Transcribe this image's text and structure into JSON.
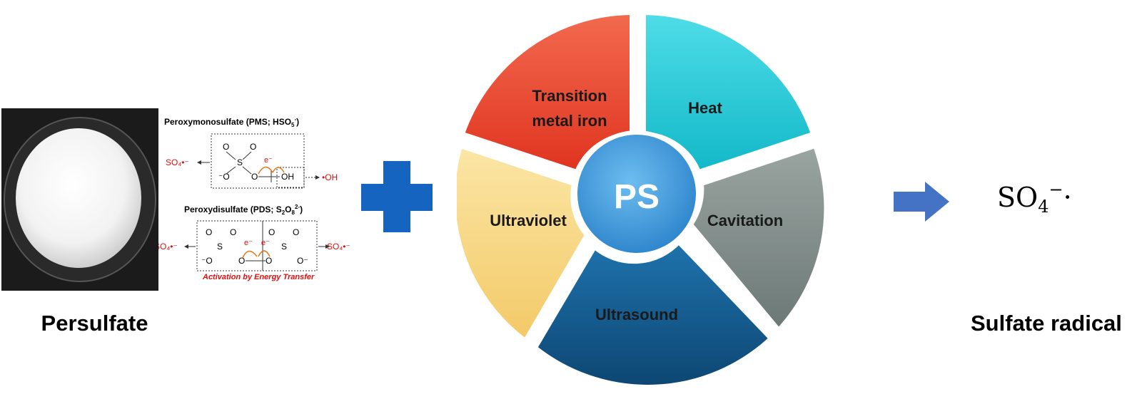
{
  "persulfate": {
    "label": "Persulfate",
    "pms_title": "Peroxymonosulfate (PMS; HSO",
    "pms_sub": "5",
    "pms_sup": "-",
    "pms_close": ")",
    "pds_title": "Peroxydisulfate (PDS; S",
    "pds_sub1": "2",
    "pds_mid": "O",
    "pds_sub2": "8",
    "pds_sup": "2-",
    "pds_close": ")",
    "so4_radical": "SO₄•⁻",
    "oh_radical": "•OH",
    "electron": "e⁻",
    "atom_s": "S",
    "atom_o": "O",
    "atom_o_minus": "⁻O",
    "atom_o_minus_r": "O⁻",
    "group_oh": "OH",
    "activation_caption": "Activation by Energy Transfer"
  },
  "methods": {
    "center": "PS",
    "transition_line1": "Transition",
    "transition_line2": "metal iron",
    "heat": "Heat",
    "cavitation": "Cavitation",
    "ultrasound": "Ultrasound",
    "ultraviolet": "Ultraviolet"
  },
  "product": {
    "formula_main": "SO",
    "formula_sub": "4",
    "formula_sup": "−",
    "formula_dot": "·",
    "label": "Sulfate radical"
  },
  "colors": {
    "transition": "#e8452f",
    "heat": "#22c7d6",
    "cavitation": "#7f8c88",
    "ultrasound": "#145a8e",
    "ultraviolet": "#f8d98a",
    "center": "#4aa2df",
    "plus": "#1565c0",
    "arrow": "#4472c4",
    "red_text": "#e01010"
  }
}
